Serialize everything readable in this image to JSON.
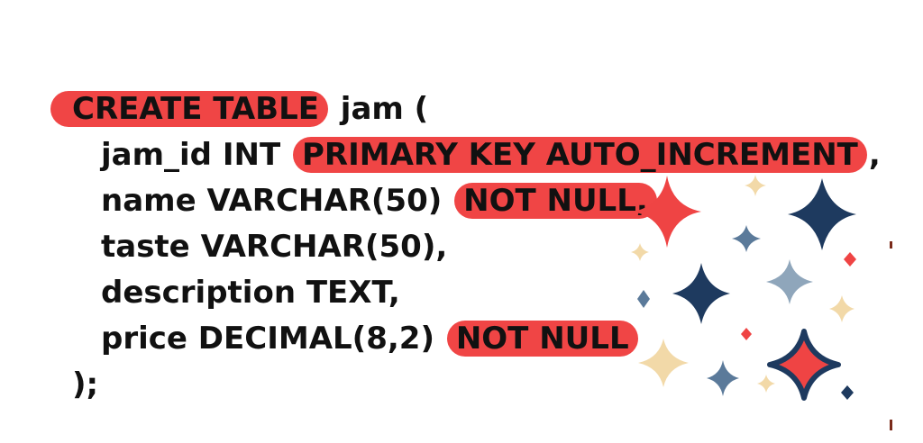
{
  "code": {
    "lines": [
      {
        "pre": "",
        "highlight": "CREATE TABLE",
        "post": " jam ("
      },
      {
        "pre": "jam_id INT ",
        "highlight": "PRIMARY KEY AUTO_INCREMENT",
        "post": ","
      },
      {
        "pre": "name VARCHAR(50) ",
        "highlight": "NOT NULL,",
        "post": ""
      },
      {
        "pre": "taste VARCHAR(50),",
        "highlight": "",
        "post": ""
      },
      {
        "pre": "description TEXT,",
        "highlight": "",
        "post": ""
      },
      {
        "pre": "price DECIMAL(8,2) ",
        "highlight": "NOT NULL",
        "post": ""
      },
      {
        "pre": ");",
        "highlight": "",
        "post": ""
      }
    ]
  },
  "colors": {
    "highlight": "#f04545",
    "star_red": "#ef4444",
    "star_navy": "#1e3a5f",
    "star_steel": "#5b7a9a",
    "star_cream": "#f2d9a8",
    "text": "#111111"
  },
  "decorations": {
    "icon": "sparkles-icon"
  }
}
